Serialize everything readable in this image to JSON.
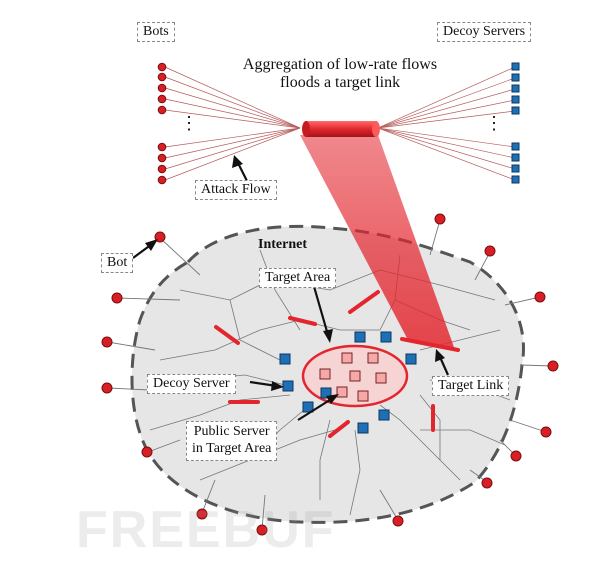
{
  "labels": {
    "bots": "Bots",
    "decoy_servers": "Decoy Servers",
    "aggregation_line1": "Aggregation of low-rate flows",
    "aggregation_line2": "floods a target link",
    "attack_flow": "Attack Flow",
    "internet": "Internet",
    "bot": "Bot",
    "target_area": "Target Area",
    "decoy_server": "Decoy Server",
    "target_link": "Target Link",
    "public_server_line1": "Public Server",
    "public_server_line2": "in Target Area",
    "ellipsis": "⋮"
  },
  "watermark": "FREEBUF",
  "colors": {
    "bot": "#d91f26",
    "decoy_server": "#1f6fb5",
    "public_server": "#f4a9a8",
    "target_link": "#e3262e",
    "attack_link": "#e3262e",
    "internet_fill": "#e6e6e6",
    "internet_border": "#555555"
  },
  "icons": {
    "bot": "red-circle",
    "decoy_server": "blue-square",
    "public_server": "pink-square",
    "target_link": "red-cylinder"
  }
}
